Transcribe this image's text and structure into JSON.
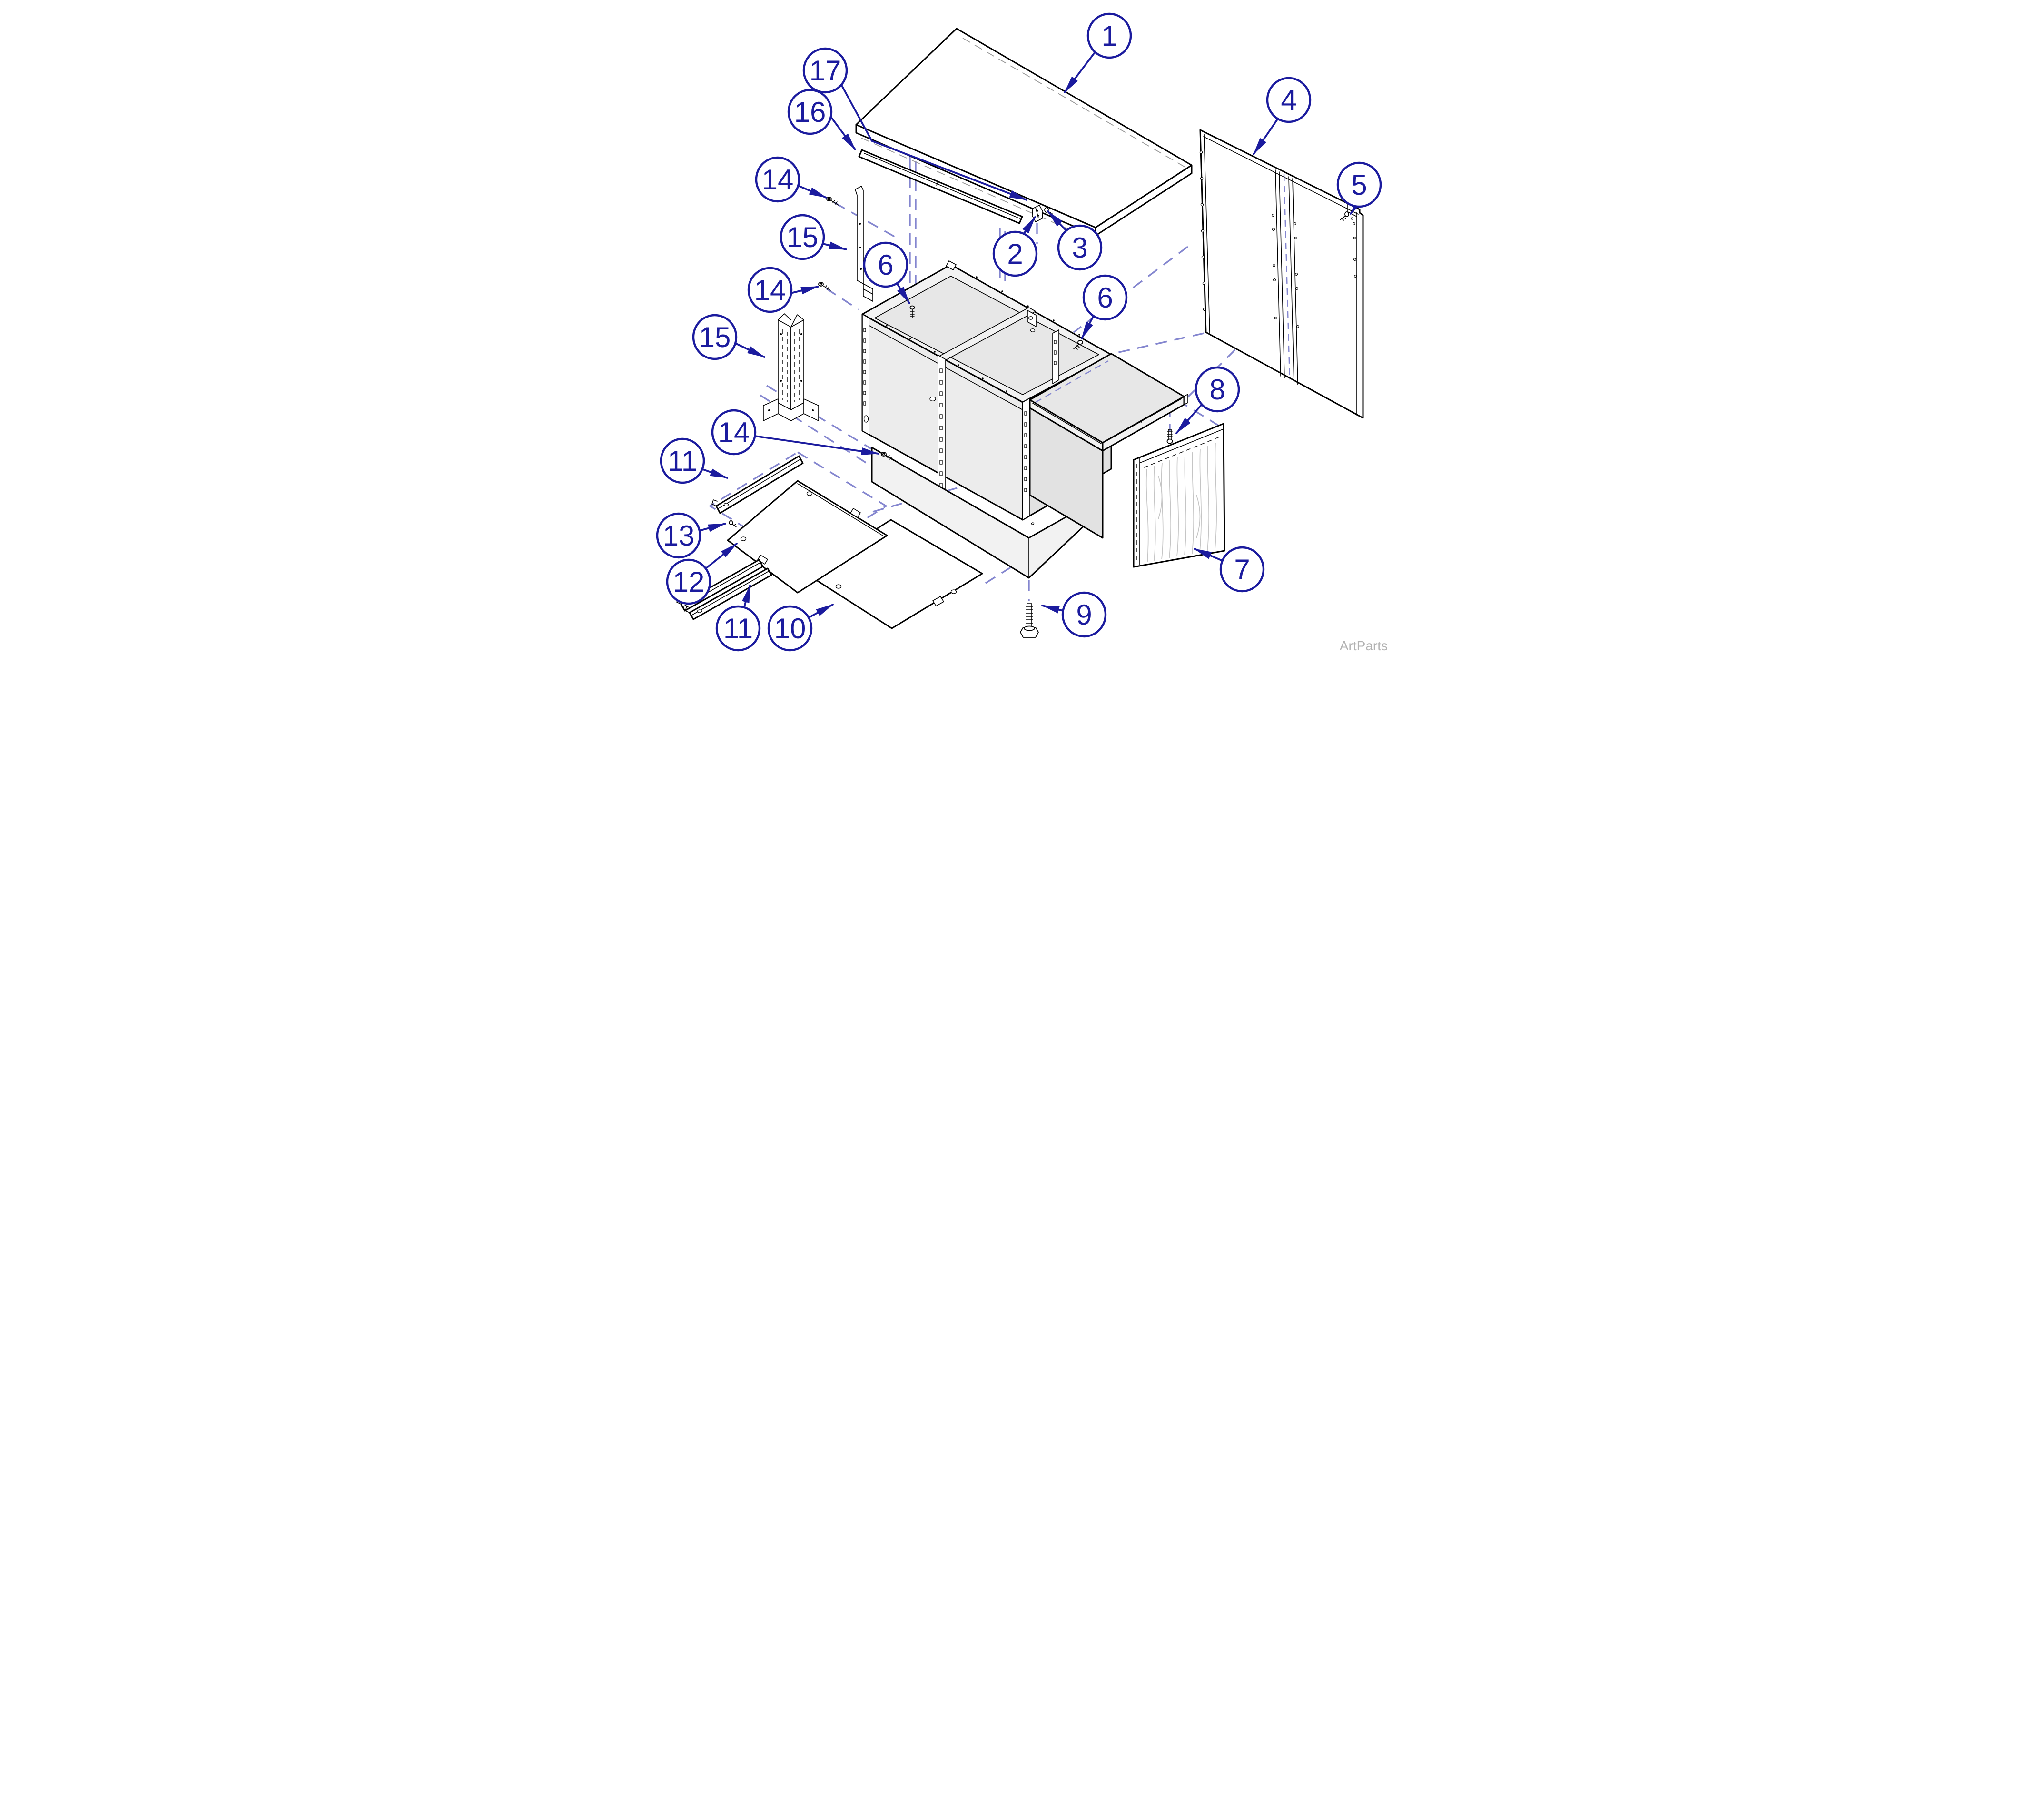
{
  "diagram": {
    "kind": "exploded-parts-diagram",
    "subject": "cabinet assembly",
    "colors": {
      "callout_blue": "#1b1b9e",
      "line_art": "#000000",
      "hidden_line_gray": "#9a9a9a",
      "assembly_dash_blue": "#8486cf",
      "panel_fill": "#ececec",
      "wood_grain": "#c5c5c5",
      "watermark_gray": "#b2b2b2",
      "background": "#ffffff"
    }
  },
  "callouts": [
    {
      "id": "callout-1",
      "label": "1"
    },
    {
      "id": "callout-17",
      "label": "17"
    },
    {
      "id": "callout-16",
      "label": "16"
    },
    {
      "id": "callout-4",
      "label": "4"
    },
    {
      "id": "callout-5",
      "label": "5"
    },
    {
      "id": "callout-14a",
      "label": "14"
    },
    {
      "id": "callout-15a",
      "label": "15"
    },
    {
      "id": "callout-6a",
      "label": "6"
    },
    {
      "id": "callout-2",
      "label": "2"
    },
    {
      "id": "callout-3",
      "label": "3"
    },
    {
      "id": "callout-6b",
      "label": "6"
    },
    {
      "id": "callout-14b",
      "label": "14"
    },
    {
      "id": "callout-15b",
      "label": "15"
    },
    {
      "id": "callout-8",
      "label": "8"
    },
    {
      "id": "callout-14c",
      "label": "14"
    },
    {
      "id": "callout-11a",
      "label": "11"
    },
    {
      "id": "callout-13",
      "label": "13"
    },
    {
      "id": "callout-12",
      "label": "12"
    },
    {
      "id": "callout-11b",
      "label": "11"
    },
    {
      "id": "callout-10",
      "label": "10"
    },
    {
      "id": "callout-9",
      "label": "9"
    },
    {
      "id": "callout-7",
      "label": "7"
    }
  ],
  "watermark": {
    "text": "ArtParts"
  }
}
